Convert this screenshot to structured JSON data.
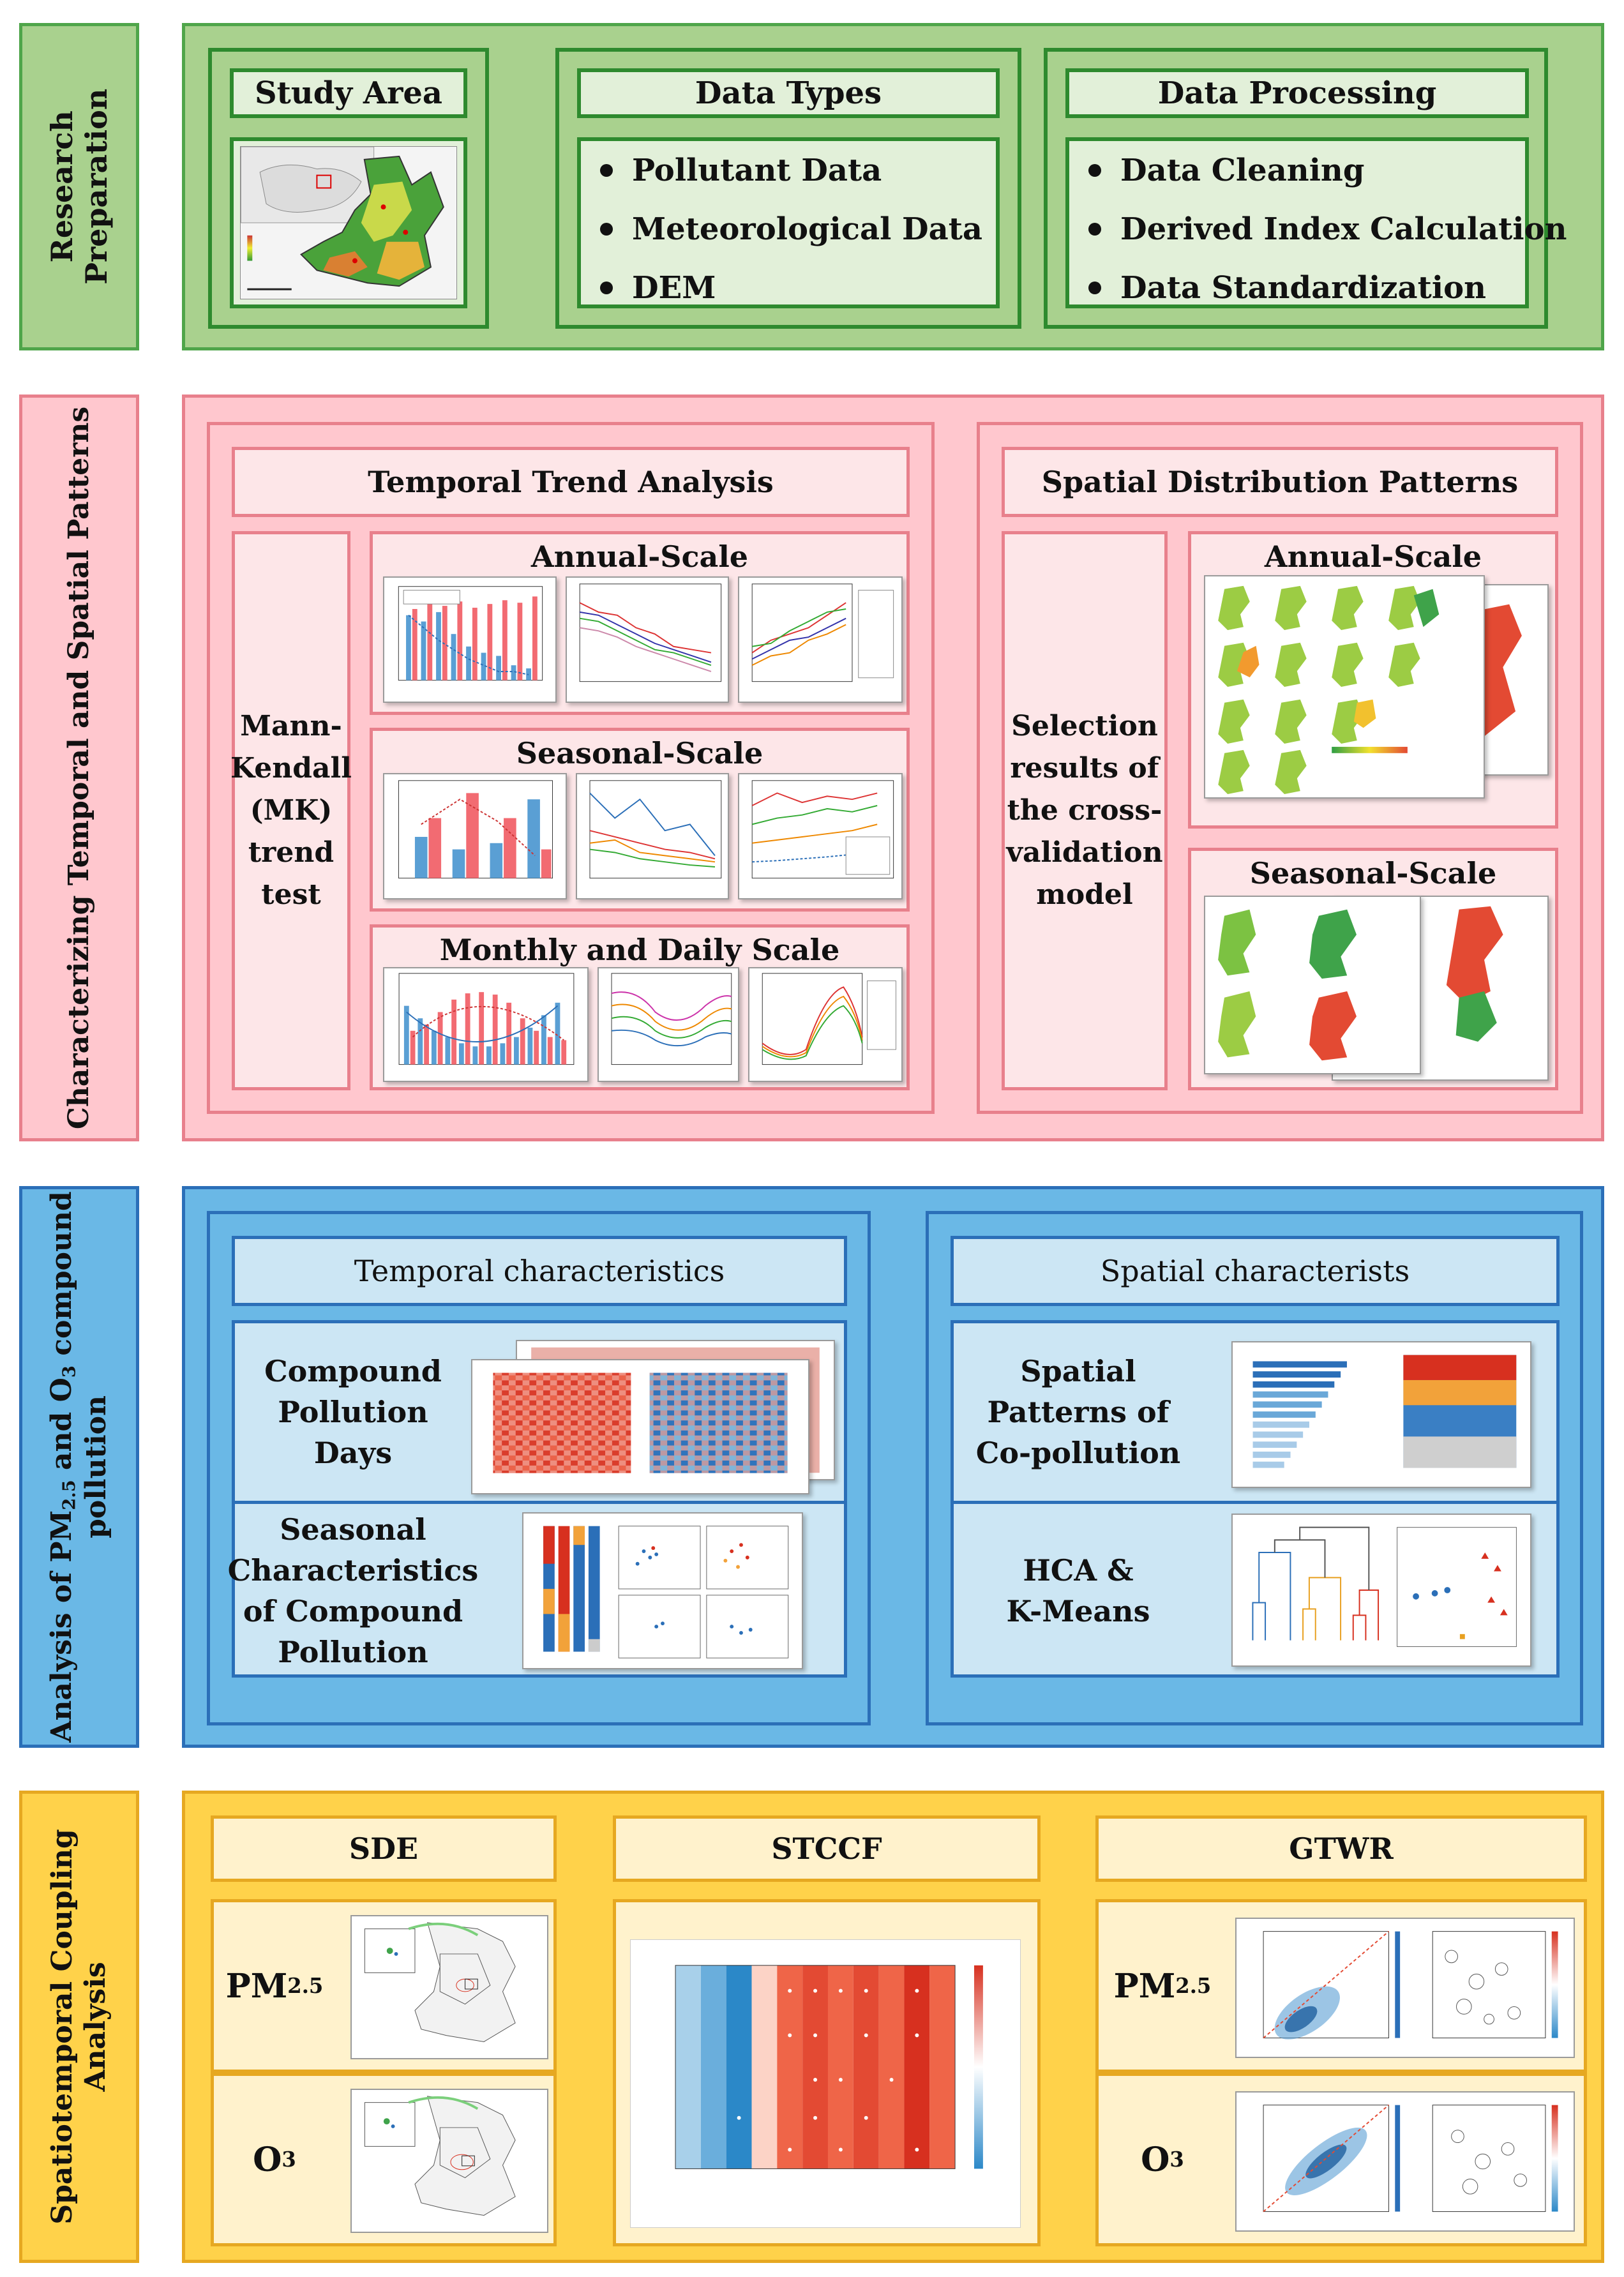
{
  "sections": {
    "research": {
      "label_line1": "Research",
      "label_line2": "Preparation",
      "study_area": {
        "title": "Study Area"
      },
      "data_types": {
        "title": "Data Types",
        "items": [
          "Pollutant Data",
          "Meteorological Data",
          "DEM"
        ]
      },
      "data_processing": {
        "title": "Data Processing",
        "items": [
          "Data Cleaning",
          "Derived Index Calculation",
          "Data Standardization"
        ]
      }
    },
    "characterizing": {
      "label": "Characterizing Temporal and Spatial Patterns",
      "temporal": {
        "title": "Temporal Trend Analysis",
        "method_lines": [
          "Mann-",
          "Kendall",
          "(MK)",
          "trend",
          "test"
        ],
        "annual": "Annual-Scale",
        "seasonal": "Seasonal-Scale",
        "monthly": "Monthly and Daily Scale"
      },
      "spatial": {
        "title": "Spatial Distribution Patterns",
        "method_lines": [
          "Selection",
          "results of",
          "the cross-",
          "validation",
          "model"
        ],
        "annual": "Annual-Scale",
        "seasonal": "Seasonal-Scale"
      }
    },
    "compound": {
      "label_line1_pre": "Analysis of PM",
      "label_line1_sub": "2.5",
      "label_line1_post": " and O",
      "label_line1_sub2": "3",
      "label_line1_end": " compound",
      "label_line2": "pollution",
      "temporal": {
        "title": "Temporal characteristics",
        "row1_lines": [
          "Compound",
          "Pollution",
          "Days"
        ],
        "row2_lines": [
          "Seasonal",
          "Characteristics",
          "of Compound",
          "Pollution"
        ]
      },
      "spatial": {
        "title": "Spatial characterists",
        "row1_lines": [
          "Spatial",
          "Patterns of",
          "Co-pollution"
        ],
        "row2_lines": [
          "HCA &",
          "K-Means"
        ]
      }
    },
    "coupling": {
      "label_line1": "Spatiotemporal Coupling",
      "label_line2": "Analysis",
      "sde": {
        "title": "SDE"
      },
      "stccf": {
        "title": "STCCF"
      },
      "gtwr": {
        "title": "GTWR"
      },
      "pm25_main": "PM",
      "pm25_sub": "2.5",
      "o3_main": "O",
      "o3_sub": "3"
    }
  },
  "colors": {
    "green_fill": "#a9d18e",
    "pink_fill": "#ffc7ce",
    "blue_fill": "#6ab8e6",
    "yellow_fill": "#ffd24a"
  }
}
